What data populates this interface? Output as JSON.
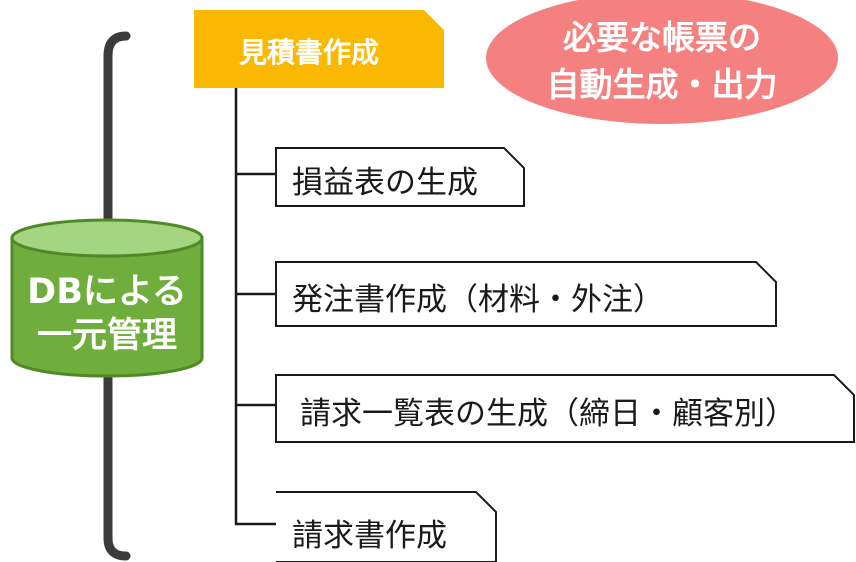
{
  "database": {
    "line1": "DBによる",
    "line2": "一元管理",
    "color": "#6fae3c"
  },
  "header": {
    "label": "見積書作成",
    "color": "#fbb800"
  },
  "callout": {
    "line1": "必要な帳票の",
    "line2": "自動生成・出力",
    "color": "#f48080"
  },
  "items": [
    {
      "label": "損益表の生成"
    },
    {
      "label": "発注書作成（材料・外注）"
    },
    {
      "label": "請求一覧表の生成（締日・顧客別）"
    },
    {
      "label": "請求書作成"
    }
  ]
}
